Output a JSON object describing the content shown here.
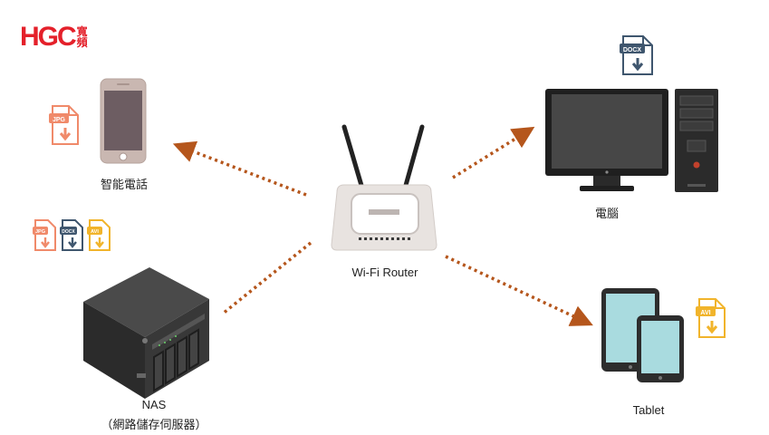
{
  "brand": {
    "latin": "HGC",
    "cjk_line1": "寬",
    "cjk_line2": "頻",
    "color": "#e4202a"
  },
  "arrow_color": "#b5561c",
  "nodes": {
    "router": {
      "label": "Wi-Fi Router"
    },
    "phone": {
      "label": "智能電話"
    },
    "pc": {
      "label": "電腦"
    },
    "nas": {
      "label_line1": "NAS",
      "label_line2": "（網路儲存伺服器）"
    },
    "tablet": {
      "label": "Tablet"
    }
  },
  "file_icons": {
    "jpg": {
      "text": "JPG",
      "color": "#f08a6a"
    },
    "docx": {
      "text": "DOCX",
      "color": "#3f566e"
    },
    "avi": {
      "text": "AVI",
      "color": "#f1b42b"
    }
  }
}
